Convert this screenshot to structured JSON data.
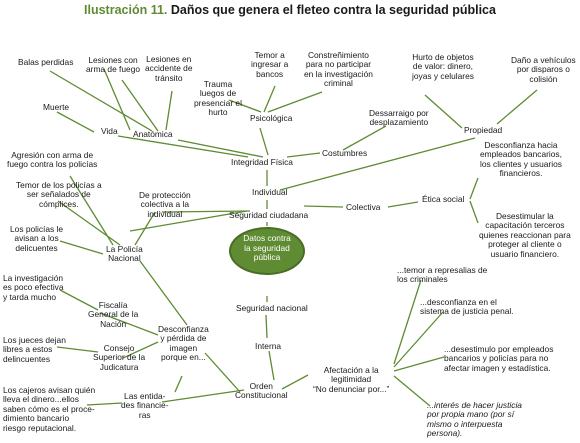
{
  "title": {
    "number": "Ilustración 11.",
    "text": "Daños que genera el fleteo contra la seguridad pública"
  },
  "center": "Datos contra\nla seguridad\npública",
  "nodes": {
    "balas_perdidas": "Balas perdidas",
    "lesiones_arma": "Lesiones con\narma de fuego",
    "lesiones_transito": "Lesiones en\naccidente de\ntránsito",
    "muerte": "Muerte",
    "vida": "Vida",
    "anatomica": "Anatómica",
    "temor_bancos": "Temor a\ningresar a\nbancos",
    "constrenimiento": "Constreñimiento\npara no participar\nen la investigación\ncriminal",
    "trauma": "Trauma\nluegos de\npresenciar el\nhurto",
    "psicologica": "Psicológica",
    "desarraigo": "Dessarraigo por\ndesplazamiento",
    "costumbres": "Costumbres",
    "integridad": "Integridad Física",
    "individual": "Individual",
    "hurto_objetos": "Hurto de objetos\nde valor: dinero,\njoyas y celulares",
    "dano_vehiculos": "Daño a vehículos\npor disparos o\ncolisión",
    "propiedad": "Propiedad",
    "desconfianza_empleados": "Desconfianza hacia\nempleados bancarios,\nlos clientes y usuarios\nfinancieros.",
    "etica_social": "Ética social",
    "desestimular": "Desestimular la\ncapacitación terceros\nquienes reaccionan para\nproteger al cliente o\nusuario financiero.",
    "colectiva": "Colectiva",
    "seguridad_ciudadana": "Seguridad ciudadana",
    "agresion": "Agresión con arma de\nfuego contra los policías",
    "temor_policias": "Temor de los policías a\nser señalados de\ncómplices.",
    "proteccion_colectiva": "De protección\ncolectiva a la\nindividual",
    "policias_lejos": "Los policías le\navisan a los\ndelicuentes",
    "policia_nacional": "La Policía\nNacional",
    "investigacion_lenta": "La investigación\nes poco efectiva\ny tarda mucho",
    "fiscalia": "Fiscalía\nGeneral de la\nNación",
    "desconfianza_imagen": "Desconfianza\ny pérdida de\nimagen\nporque en...",
    "jueces": "Los jueces dejan\nlibres a estos\ndelincuentes",
    "consejo": "Consejo\nSuperior de la\nJudicatura",
    "cajeros": "Los cajeros avisan quién\nlleva el dinero...ellos\nsaben cómo es el proce-\ndimiento bancario\nriesgo reputacional.",
    "entidades": "Las entida-\ndes financie-\nras",
    "seguridad_nacional": "Seguridad nacional",
    "interna": "Interna",
    "orden_constitucional": "Orden\nConstitucional",
    "afectacion": "Afectación a la\nlegitimidad\n“No denunciar por...”",
    "temor_represalias": "...temor a represalias de\nlos criminales",
    "desconfianza_sistema": "...desconfianza en el\nsistema de justicia penal.",
    "desestimulo": "...desestimulo por empleados\nbancarios y policías para no\nafectar imagen y estadística.",
    "justicia_propia": "...interés de hacer justicia\npor propia mano (por sí\nmismo o interpuesta\npersona)."
  }
}
